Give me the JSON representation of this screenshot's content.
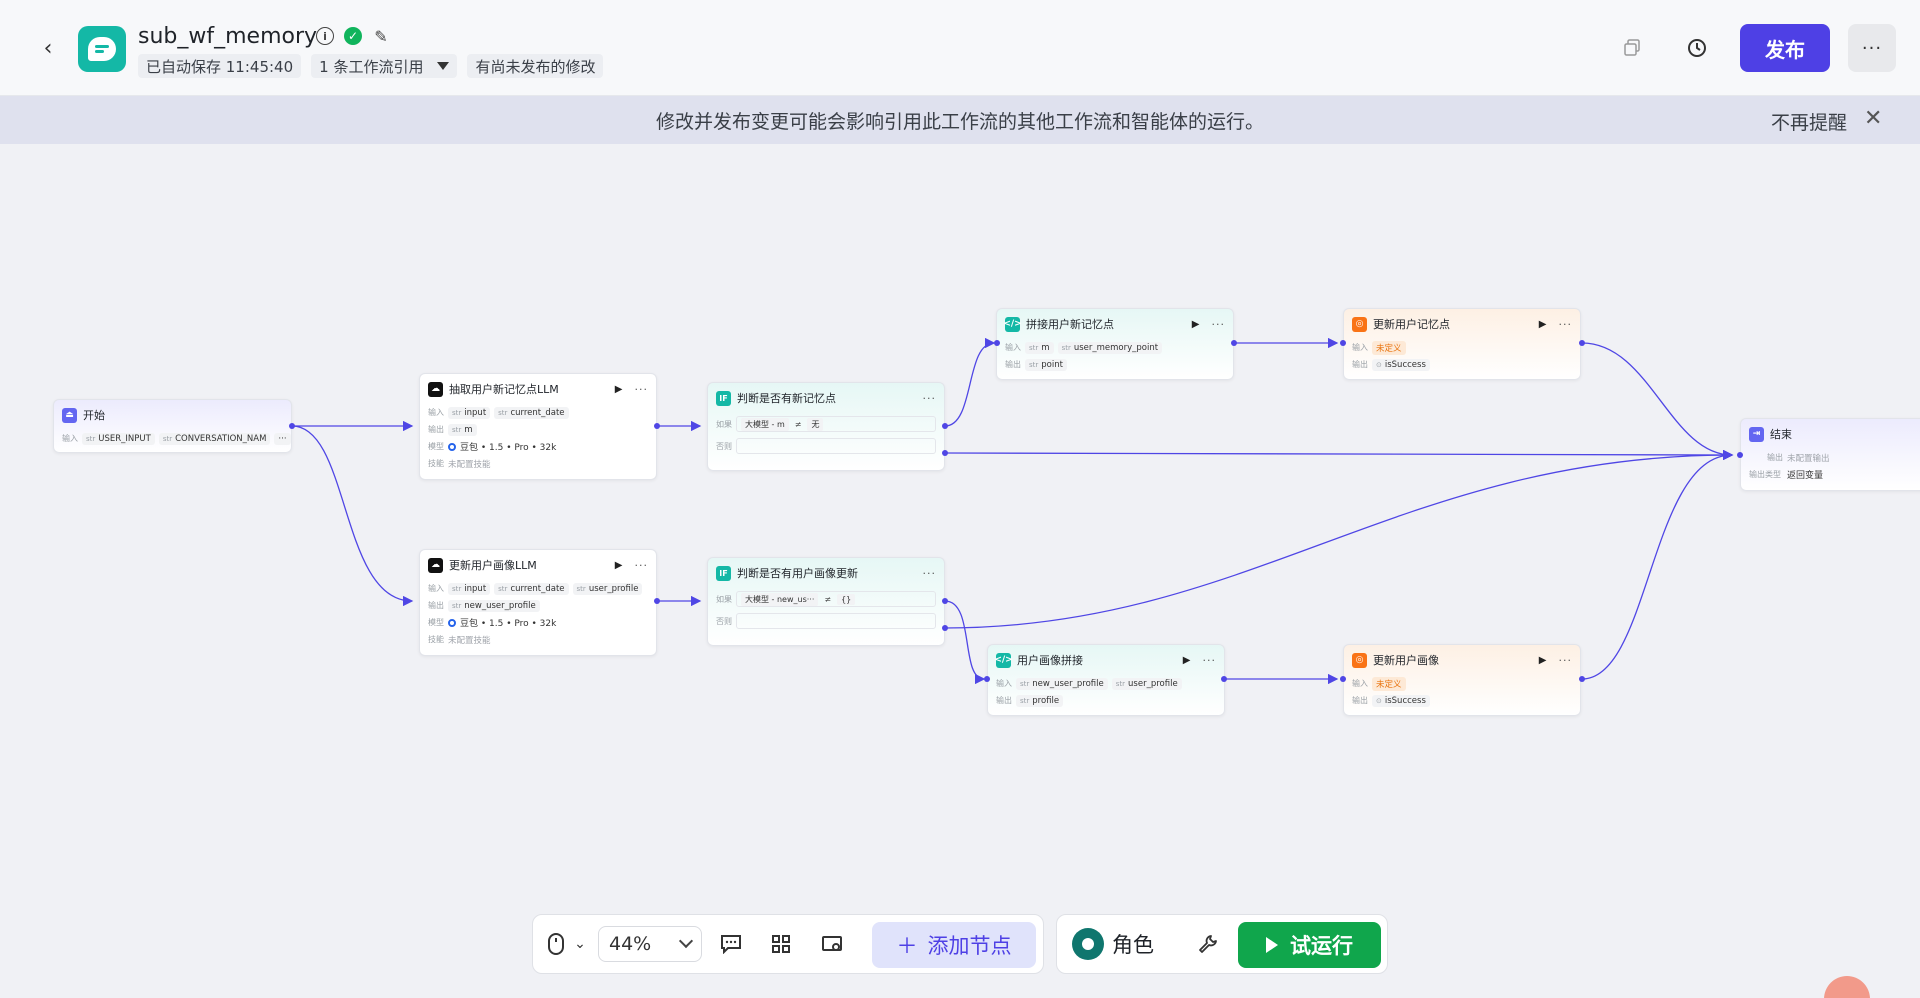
{
  "header": {
    "back_icon": "chevron-left-icon",
    "title": "sub_wf_memory",
    "autosave": "已自动保存 11:45:40",
    "workflow_refs": "1 条工作流引用",
    "unpublished": "有尚未发布的修改",
    "publish_label": "发布",
    "more_label": "···"
  },
  "banner": {
    "text": "修改并发布变更可能会影响引用此工作流的其他工作流和智能体的运行。",
    "dismiss": "不再提醒",
    "close": "✕"
  },
  "nodes": {
    "start": {
      "title": "开始",
      "input_label": "输入",
      "in1": "USER_INPUT",
      "in2": "CONVERSATION_NAM",
      "more": "···"
    },
    "llm1": {
      "title": "抽取用户新记忆点LLM",
      "input_label": "输入",
      "output_label": "输出",
      "model_label": "模型",
      "skill_label": "技能",
      "in1": "input",
      "in2": "current_date",
      "out1": "m",
      "model": "豆包 • 1.5 • Pro • 32k",
      "skill": "未配置技能"
    },
    "llm2": {
      "title": "更新用户画像LLM",
      "input_label": "输入",
      "output_label": "输出",
      "model_label": "模型",
      "skill_label": "技能",
      "in1": "input",
      "in2": "current_date",
      "in3": "user_profile",
      "out1": "new_user_profile",
      "model": "豆包 • 1.5 • Pro • 32k",
      "skill": "未配置技能"
    },
    "if1": {
      "title": "判断是否有新记忆点",
      "if_label": "如果",
      "else_label": "否则",
      "left": "大模型",
      "var": "m",
      "op": "≠",
      "right": "无"
    },
    "if2": {
      "title": "判断是否有用户画像更新",
      "if_label": "如果",
      "else_label": "否则",
      "left": "大模型",
      "var": "new_us···",
      "op": "≠",
      "right": "{}"
    },
    "code1": {
      "title": "拼接用户新记忆点",
      "input_label": "输入",
      "output_label": "输出",
      "in1": "m",
      "in2": "user_memory_point",
      "out1": "point"
    },
    "code2": {
      "title": "用户画像拼接",
      "input_label": "输入",
      "output_label": "输出",
      "in1": "new_user_profile",
      "in2": "user_profile",
      "out1": "profile"
    },
    "db1": {
      "title": "更新用户记忆点",
      "input_label": "输入",
      "output_label": "输出",
      "in1": "未定义",
      "out1": "isSuccess"
    },
    "db2": {
      "title": "更新用户画像",
      "input_label": "输入",
      "output_label": "输出",
      "in1": "未定义",
      "out1": "isSuccess"
    },
    "end": {
      "title": "结束",
      "output_label": "输出",
      "output_value": "未配置输出",
      "type_label": "输出类型",
      "type_value": "返回变量"
    }
  },
  "toolbar": {
    "zoom": "44%",
    "add_node": "添加节点",
    "role": "角色",
    "trial_run": "试运行"
  },
  "colors": {
    "accent": "#4e40e5",
    "run": "#10a64c",
    "edge": "#4f46e5"
  }
}
